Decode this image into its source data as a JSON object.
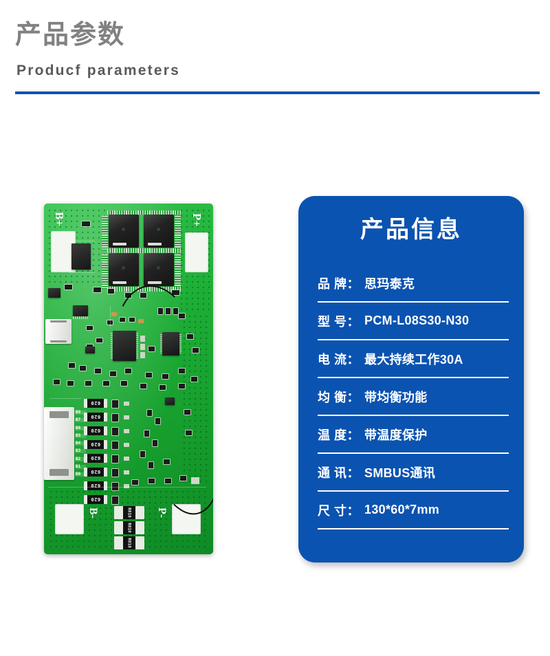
{
  "header": {
    "title_cn": "产品参数",
    "title_en": "Producf parameters",
    "rule_color": "#0B53B0",
    "title_cn_color": "#818181",
    "title_en_color": "#5A5A5A"
  },
  "card": {
    "title": "产品信息",
    "background_color": "#0B53B0",
    "text_color": "#FFFFFF",
    "specs": [
      {
        "label": "品 牌：",
        "value": "思玛泰克"
      },
      {
        "label": "型 号：",
        "value": "PCM-L08S30-N30"
      },
      {
        "label": "电 流：",
        "value": "最大持续工作30A"
      },
      {
        "label": "均 衡：",
        "value": "带均衡功能"
      },
      {
        "label": "温 度：",
        "value": "带温度保护"
      },
      {
        "label": "通 讯：",
        "value": "SMBUS通讯"
      },
      {
        "label": "尺 寸：",
        "value": "130*60*7mm"
      }
    ]
  },
  "pcb": {
    "board_color": "#19AD31",
    "silkscreen": {
      "b_plus": "B+",
      "p_plus": "P+",
      "b_minus": "B-",
      "p_minus": "P-"
    },
    "balance_resistors": [
      "620",
      "620",
      "620",
      "620",
      "620",
      "620",
      "620",
      "620"
    ],
    "sense_resistors": [
      "R010",
      "R010",
      "R010"
    ],
    "connector_pins": [
      "B8",
      "B7",
      "B6",
      "B5",
      "B4",
      "B3",
      "B2",
      "B1",
      "B0"
    ],
    "mosfet_count": 4
  }
}
